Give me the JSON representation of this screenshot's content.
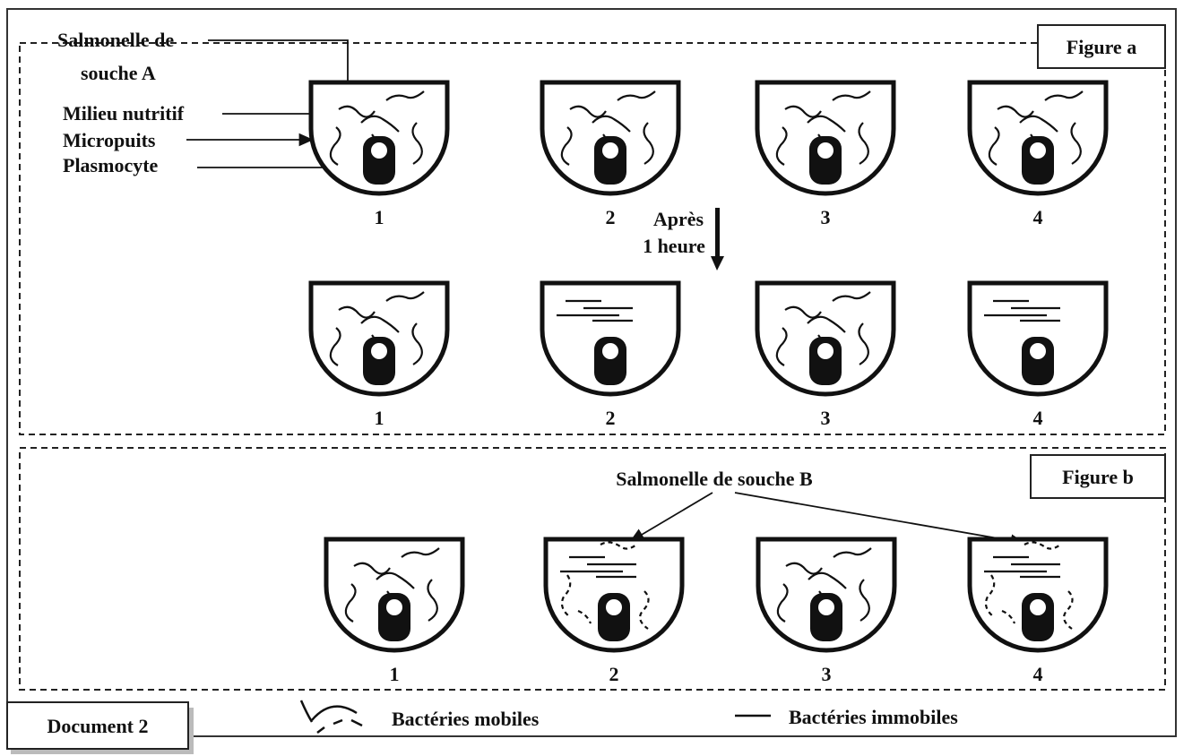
{
  "labels": {
    "salmonelle_a_line1": "Salmonelle de",
    "salmonelle_a_line2": "souche A",
    "milieu": "Milieu nutritif",
    "micropuits": "Micropuits",
    "plasmocyte": "Plasmocyte",
    "apres_line1": "Après",
    "apres_line2": "1 heure",
    "salmonelle_b": "Salmonelle de souche B"
  },
  "figure_a": {
    "title": "Figure a",
    "row_before": [
      {
        "num": "1",
        "bacteria": "mobile"
      },
      {
        "num": "2",
        "bacteria": "mobile"
      },
      {
        "num": "3",
        "bacteria": "mobile"
      },
      {
        "num": "4",
        "bacteria": "mobile"
      }
    ],
    "row_after": [
      {
        "num": "1",
        "bacteria": "mobile"
      },
      {
        "num": "2",
        "bacteria": "immobile"
      },
      {
        "num": "3",
        "bacteria": "mobile"
      },
      {
        "num": "4",
        "bacteria": "immobile"
      }
    ]
  },
  "figure_b": {
    "title": "Figure b",
    "row": [
      {
        "num": "1",
        "bacteria": "mobile"
      },
      {
        "num": "2",
        "bacteria": "mixed"
      },
      {
        "num": "3",
        "bacteria": "mobile"
      },
      {
        "num": "4",
        "bacteria": "mixed"
      }
    ]
  },
  "document_label": "Document 2",
  "legend": {
    "mobile": "Bactéries mobiles",
    "immobile": "Bactéries immobiles"
  }
}
